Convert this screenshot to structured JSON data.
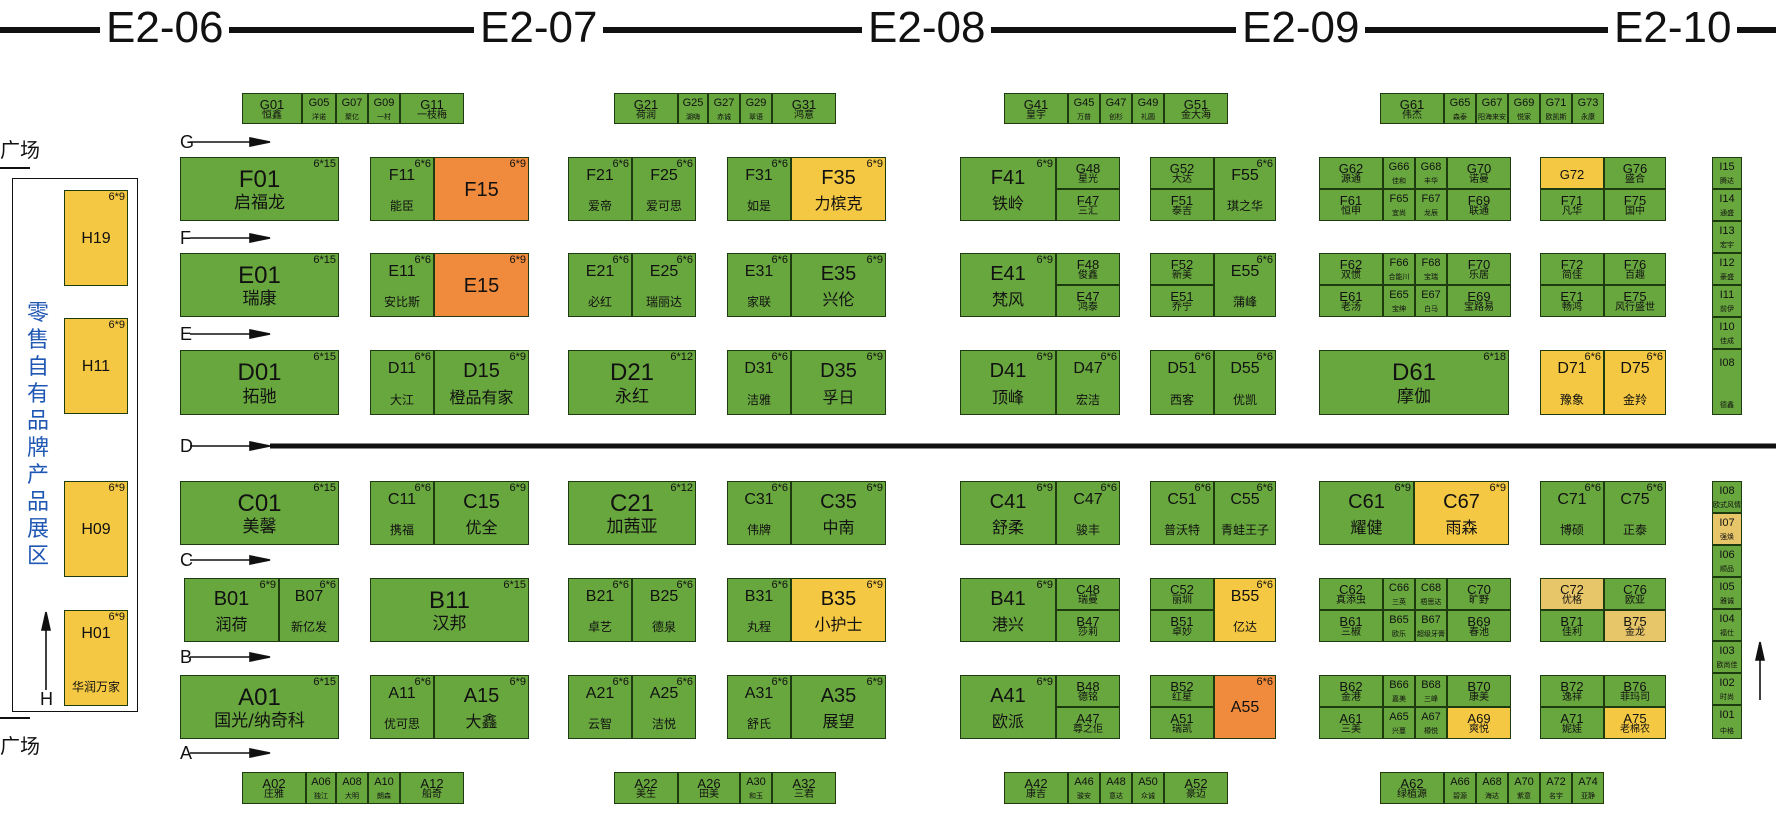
{
  "halls": [
    "E2-06",
    "E2-07",
    "E2-08",
    "E2-09",
    "E2-10"
  ],
  "aisles": [
    "G",
    "F",
    "E",
    "D",
    "C",
    "B",
    "A",
    "H"
  ],
  "zone_title": "零售自有品牌产品展区",
  "plaza_top": "广场",
  "plaza_bottom": "广场",
  "colors": {
    "green": "#68a63e",
    "yellow": "#f4c842",
    "orange": "#f08a3c",
    "tan": "#e7c569",
    "line": "#111111",
    "zone_text": "#1f57b3"
  },
  "booths": [
    {
      "code": "G01",
      "name": "恒鑫",
      "color": "green"
    },
    {
      "code": "G05",
      "name": "洋诺",
      "color": "green"
    },
    {
      "code": "G07",
      "name": "聚亿",
      "color": "green"
    },
    {
      "code": "G09",
      "name": "一村",
      "color": "green"
    },
    {
      "code": "G11",
      "name": "一枝梅",
      "color": "green"
    },
    {
      "code": "G21",
      "name": "荷润",
      "color": "green"
    },
    {
      "code": "G25",
      "name": "湖嗨",
      "color": "green"
    },
    {
      "code": "G27",
      "name": "赤诚",
      "color": "green"
    },
    {
      "code": "G29",
      "name": "翠语",
      "color": "green"
    },
    {
      "code": "G31",
      "name": "鸿意",
      "color": "green"
    },
    {
      "code": "G41",
      "name": "皇宇",
      "color": "green"
    },
    {
      "code": "G45",
      "name": "万普",
      "color": "green"
    },
    {
      "code": "G47",
      "name": "创杉",
      "color": "green"
    },
    {
      "code": "G49",
      "name": "礼圆",
      "color": "green"
    },
    {
      "code": "G51",
      "name": "金大海",
      "color": "green"
    },
    {
      "code": "G61",
      "name": "伟杰",
      "color": "green"
    },
    {
      "code": "G65",
      "name": "森泰",
      "color": "green"
    },
    {
      "code": "G67",
      "name": "阳海来安",
      "color": "green"
    },
    {
      "code": "G69",
      "name": "悦家",
      "color": "green"
    },
    {
      "code": "G71",
      "name": "欧凯斯",
      "color": "green"
    },
    {
      "code": "G73",
      "name": "永康",
      "color": "green"
    },
    {
      "code": "F01",
      "name": "启福龙",
      "size": "6*15",
      "color": "green"
    },
    {
      "code": "F11",
      "name": "能臣",
      "size": "6*6",
      "color": "green"
    },
    {
      "code": "F15",
      "name": "",
      "size": "6*9",
      "color": "orange"
    },
    {
      "code": "F21",
      "name": "爱帝",
      "size": "6*6",
      "color": "green"
    },
    {
      "code": "F25",
      "name": "爱可思",
      "size": "6*6",
      "color": "green"
    },
    {
      "code": "F31",
      "name": "如是",
      "size": "6*6",
      "color": "green"
    },
    {
      "code": "F35",
      "name": "力槟克",
      "size": "6*9",
      "color": "yellow"
    },
    {
      "code": "F41",
      "name": "铁岭",
      "size": "6*9",
      "color": "green"
    },
    {
      "code": "G48",
      "name": "星光",
      "color": "green"
    },
    {
      "code": "F47",
      "name": "三汇",
      "color": "green"
    },
    {
      "code": "G52",
      "name": "大达",
      "color": "green"
    },
    {
      "code": "F51",
      "name": "泰吉",
      "color": "green"
    },
    {
      "code": "F55",
      "name": "琪之华",
      "size": "6*6",
      "color": "green"
    },
    {
      "code": "G62",
      "name": "源通",
      "color": "green"
    },
    {
      "code": "G66",
      "name": "佳和",
      "color": "green"
    },
    {
      "code": "G68",
      "name": "丰华",
      "color": "green"
    },
    {
      "code": "G70",
      "name": "诺曼",
      "color": "green"
    },
    {
      "code": "F61",
      "name": "恒申",
      "color": "green"
    },
    {
      "code": "F65",
      "name": "宜尚",
      "color": "green"
    },
    {
      "code": "F67",
      "name": "龙辰",
      "color": "green"
    },
    {
      "code": "F69",
      "name": "联通",
      "color": "green"
    },
    {
      "code": "G72",
      "name": "",
      "color": "yellow"
    },
    {
      "code": "G76",
      "name": "盛合",
      "color": "green"
    },
    {
      "code": "F71",
      "name": "凡华",
      "color": "green"
    },
    {
      "code": "F75",
      "name": "国中",
      "color": "green"
    },
    {
      "code": "I15",
      "name": "腾达",
      "color": "green"
    },
    {
      "code": "I14",
      "name": "通盛",
      "color": "green"
    },
    {
      "code": "I13",
      "name": "宏宇",
      "color": "green"
    },
    {
      "code": "I12",
      "name": "豪盛",
      "color": "green"
    },
    {
      "code": "I11",
      "name": "前伊",
      "color": "green"
    },
    {
      "code": "I10",
      "name": "佳成",
      "color": "green"
    },
    {
      "code": "I08",
      "name": "德鑫",
      "color": "green"
    },
    {
      "code": "E01",
      "name": "瑞康",
      "size": "6*15",
      "color": "green"
    },
    {
      "code": "E11",
      "name": "安比斯",
      "size": "6*6",
      "color": "green"
    },
    {
      "code": "E15",
      "name": "",
      "size": "6*9",
      "color": "orange"
    },
    {
      "code": "E21",
      "name": "必红",
      "size": "6*6",
      "color": "green"
    },
    {
      "code": "E25",
      "name": "瑞丽达",
      "size": "6*6",
      "color": "green"
    },
    {
      "code": "E31",
      "name": "家联",
      "size": "6*6",
      "color": "green"
    },
    {
      "code": "E35",
      "name": "兴伦",
      "size": "6*9",
      "color": "green"
    },
    {
      "code": "E41",
      "name": "梵风",
      "size": "6*9",
      "color": "green"
    },
    {
      "code": "F48",
      "name": "俊鑫",
      "color": "green"
    },
    {
      "code": "E47",
      "name": "鸿泰",
      "color": "green"
    },
    {
      "code": "F52",
      "name": "新美",
      "color": "green"
    },
    {
      "code": "E51",
      "name": "乔宁",
      "color": "green"
    },
    {
      "code": "E55",
      "name": "蒲峰",
      "size": "6*6",
      "color": "green"
    },
    {
      "code": "F62",
      "name": "双惯",
      "color": "green"
    },
    {
      "code": "F66",
      "name": "合能川",
      "color": "green"
    },
    {
      "code": "F68",
      "name": "宝瑞",
      "color": "green"
    },
    {
      "code": "F70",
      "name": "乐居",
      "color": "green"
    },
    {
      "code": "E61",
      "name": "老汤",
      "color": "green"
    },
    {
      "code": "E65",
      "name": "宝绅",
      "color": "green"
    },
    {
      "code": "E67",
      "name": "白马",
      "color": "green"
    },
    {
      "code": "E69",
      "name": "宝路易",
      "color": "green"
    },
    {
      "code": "F72",
      "name": "简佳",
      "color": "green"
    },
    {
      "code": "F76",
      "name": "百趣",
      "color": "green"
    },
    {
      "code": "E71",
      "name": "畅鸿",
      "color": "green"
    },
    {
      "code": "E75",
      "name": "风行盛世",
      "color": "green"
    },
    {
      "code": "D01",
      "name": "拓驰",
      "size": "6*15",
      "color": "green"
    },
    {
      "code": "D11",
      "name": "大江",
      "size": "6*6",
      "color": "green"
    },
    {
      "code": "D15",
      "name": "橙品有家",
      "size": "6*9",
      "color": "green"
    },
    {
      "code": "D21",
      "name": "永红",
      "size": "6*12",
      "color": "green"
    },
    {
      "code": "D31",
      "name": "洁雅",
      "size": "6*6",
      "color": "green"
    },
    {
      "code": "D35",
      "name": "孚日",
      "size": "6*9",
      "color": "green"
    },
    {
      "code": "D41",
      "name": "顶峰",
      "size": "6*9",
      "color": "green"
    },
    {
      "code": "D47",
      "name": "宏洁",
      "size": "6*6",
      "color": "green"
    },
    {
      "code": "D51",
      "name": "西客",
      "size": "6*6",
      "color": "green"
    },
    {
      "code": "D55",
      "name": "优凯",
      "size": "6*6",
      "color": "green"
    },
    {
      "code": "D61",
      "name": "摩伽",
      "size": "6*18",
      "color": "green"
    },
    {
      "code": "D71",
      "name": "豫象",
      "size": "6*6",
      "color": "yellow"
    },
    {
      "code": "D75",
      "name": "金羚",
      "size": "6*6",
      "color": "yellow"
    },
    {
      "code": "C01",
      "name": "美馨",
      "size": "6*15",
      "color": "green"
    },
    {
      "code": "C11",
      "name": "携福",
      "size": "6*6",
      "color": "green"
    },
    {
      "code": "C15",
      "name": "优全",
      "size": "6*9",
      "color": "green"
    },
    {
      "code": "C21",
      "name": "加茜亚",
      "size": "6*12",
      "color": "green"
    },
    {
      "code": "C31",
      "name": "伟牌",
      "size": "6*6",
      "color": "green"
    },
    {
      "code": "C35",
      "name": "中南",
      "size": "6*9",
      "color": "green"
    },
    {
      "code": "C41",
      "name": "舒柔",
      "size": "6*9",
      "color": "green"
    },
    {
      "code": "C47",
      "name": "骏丰",
      "size": "6*6",
      "color": "green"
    },
    {
      "code": "C51",
      "name": "普沃特",
      "size": "6*6",
      "color": "green"
    },
    {
      "code": "C55",
      "name": "青蛙王子",
      "size": "6*6",
      "color": "green"
    },
    {
      "code": "C61",
      "name": "耀健",
      "size": "6*9",
      "color": "green"
    },
    {
      "code": "C67",
      "name": "雨森",
      "size": "6*9",
      "color": "yellow"
    },
    {
      "code": "C71",
      "name": "博硕",
      "size": "6*6",
      "color": "green"
    },
    {
      "code": "C75",
      "name": "正泰",
      "size": "6*6",
      "color": "green"
    },
    {
      "code": "B01",
      "name": "润荷",
      "size": "6*9",
      "color": "green"
    },
    {
      "code": "B07",
      "name": "新亿发",
      "size": "6*6",
      "color": "green"
    },
    {
      "code": "B11",
      "name": "汉邦",
      "size": "6*15",
      "color": "green"
    },
    {
      "code": "B21",
      "name": "卓艺",
      "size": "6*6",
      "color": "green"
    },
    {
      "code": "B25",
      "name": "德泉",
      "size": "6*6",
      "color": "green"
    },
    {
      "code": "B31",
      "name": "丸程",
      "size": "6*6",
      "color": "green"
    },
    {
      "code": "B35",
      "name": "小护士",
      "size": "6*9",
      "color": "yellow"
    },
    {
      "code": "B41",
      "name": "港兴",
      "size": "6*9",
      "color": "green"
    },
    {
      "code": "C48",
      "name": "瑞曼",
      "color": "green"
    },
    {
      "code": "B47",
      "name": "莎莉",
      "color": "green"
    },
    {
      "code": "C52",
      "name": "丽圳",
      "color": "green"
    },
    {
      "code": "B51",
      "name": "卓妙",
      "color": "green"
    },
    {
      "code": "B55",
      "name": "亿达",
      "size": "6*6",
      "color": "yellow"
    },
    {
      "code": "C62",
      "name": "真添虫",
      "color": "green"
    },
    {
      "code": "C66",
      "name": "三英",
      "color": "green"
    },
    {
      "code": "C68",
      "name": "梧思达",
      "color": "green"
    },
    {
      "code": "C70",
      "name": "旷野",
      "color": "green"
    },
    {
      "code": "B61",
      "name": "三椒",
      "color": "green"
    },
    {
      "code": "B65",
      "name": "欧乐",
      "color": "green"
    },
    {
      "code": "B67",
      "name": "超级牙膏",
      "color": "green"
    },
    {
      "code": "B69",
      "name": "春池",
      "color": "green"
    },
    {
      "code": "C72",
      "name": "优格",
      "color": "tan"
    },
    {
      "code": "C76",
      "name": "欧亚",
      "color": "green"
    },
    {
      "code": "B71",
      "name": "佳利",
      "color": "green"
    },
    {
      "code": "B75",
      "name": "金龙",
      "color": "tan"
    },
    {
      "code": "I08",
      "name": "欧式风情",
      "color": "green"
    },
    {
      "code": "I07",
      "name": "强焕",
      "color": "tan"
    },
    {
      "code": "I06",
      "name": "顺品",
      "color": "green"
    },
    {
      "code": "I05",
      "name": "雅诚",
      "color": "green"
    },
    {
      "code": "I04",
      "name": "福仕",
      "color": "green"
    },
    {
      "code": "I03",
      "name": "欧尚佳",
      "color": "green"
    },
    {
      "code": "I02",
      "name": "时尚",
      "color": "green"
    },
    {
      "code": "I01",
      "name": "中格",
      "color": "green"
    },
    {
      "code": "A01",
      "name": "国光/纳奇科",
      "size": "6*15",
      "color": "green"
    },
    {
      "code": "A11",
      "name": "优可思",
      "size": "6*6",
      "color": "green"
    },
    {
      "code": "A15",
      "name": "大鑫",
      "size": "6*9",
      "color": "green"
    },
    {
      "code": "A21",
      "name": "云智",
      "size": "6*6",
      "color": "green"
    },
    {
      "code": "A25",
      "name": "洁悦",
      "size": "6*6",
      "color": "green"
    },
    {
      "code": "A31",
      "name": "舒氏",
      "size": "6*6",
      "color": "green"
    },
    {
      "code": "A35",
      "name": "展望",
      "size": "6*9",
      "color": "green"
    },
    {
      "code": "A41",
      "name": "欧派",
      "size": "6*9",
      "color": "green"
    },
    {
      "code": "B48",
      "name": "德铭",
      "color": "green"
    },
    {
      "code": "A47",
      "name": "尊之佢",
      "color": "green"
    },
    {
      "code": "B52",
      "name": "红星",
      "color": "green"
    },
    {
      "code": "A51",
      "name": "瑞凯",
      "color": "green"
    },
    {
      "code": "A55",
      "name": "",
      "size": "6*6",
      "color": "orange"
    },
    {
      "code": "B62",
      "name": "金港",
      "color": "green"
    },
    {
      "code": "B66",
      "name": "嘉美",
      "color": "green"
    },
    {
      "code": "B68",
      "name": "三峰",
      "color": "green"
    },
    {
      "code": "B70",
      "name": "康美",
      "color": "green"
    },
    {
      "code": "A61",
      "name": "三美",
      "color": "green"
    },
    {
      "code": "A65",
      "name": "兴蔓",
      "color": "green"
    },
    {
      "code": "A67",
      "name": "樽悦",
      "color": "green"
    },
    {
      "code": "A69",
      "name": "爽悦",
      "color": "yellow"
    },
    {
      "code": "B72",
      "name": "逸祥",
      "color": "green"
    },
    {
      "code": "B76",
      "name": "菲玛司",
      "color": "green"
    },
    {
      "code": "A71",
      "name": "妮娃",
      "color": "green"
    },
    {
      "code": "A75",
      "name": "老棉农",
      "color": "yellow"
    },
    {
      "code": "H19",
      "name": "",
      "size": "6*9",
      "color": "yellow"
    },
    {
      "code": "H11",
      "name": "",
      "size": "6*9",
      "color": "yellow"
    },
    {
      "code": "H09",
      "name": "",
      "size": "6*9",
      "color": "yellow"
    },
    {
      "code": "H01",
      "name": "华润万家",
      "size": "6*9",
      "color": "yellow"
    },
    {
      "code": "A02",
      "name": "庄雅",
      "color": "green"
    },
    {
      "code": "A06",
      "name": "独江",
      "color": "green"
    },
    {
      "code": "A08",
      "name": "大明",
      "color": "green"
    },
    {
      "code": "A10",
      "name": "朗森",
      "color": "green"
    },
    {
      "code": "A12",
      "name": "船奇",
      "color": "green"
    },
    {
      "code": "A22",
      "name": "美生",
      "color": "green"
    },
    {
      "code": "A26",
      "name": "田美",
      "color": "green"
    },
    {
      "code": "A30",
      "name": "和玉",
      "color": "green"
    },
    {
      "code": "A32",
      "name": "三君",
      "color": "green"
    },
    {
      "code": "A42",
      "name": "康吉",
      "color": "green"
    },
    {
      "code": "A46",
      "name": "骏安",
      "color": "green"
    },
    {
      "code": "A48",
      "name": "意达",
      "color": "green"
    },
    {
      "code": "A50",
      "name": "众诚",
      "color": "green"
    },
    {
      "code": "A52",
      "name": "豪迈",
      "color": "green"
    },
    {
      "code": "A62",
      "name": "绿植源",
      "color": "green"
    },
    {
      "code": "A66",
      "name": "碧源",
      "color": "green"
    },
    {
      "code": "A68",
      "name": "海达",
      "color": "green"
    },
    {
      "code": "A70",
      "name": "紫意",
      "color": "green"
    },
    {
      "code": "A72",
      "name": "名宇",
      "color": "green"
    },
    {
      "code": "A74",
      "name": "亚静",
      "color": "green"
    }
  ]
}
